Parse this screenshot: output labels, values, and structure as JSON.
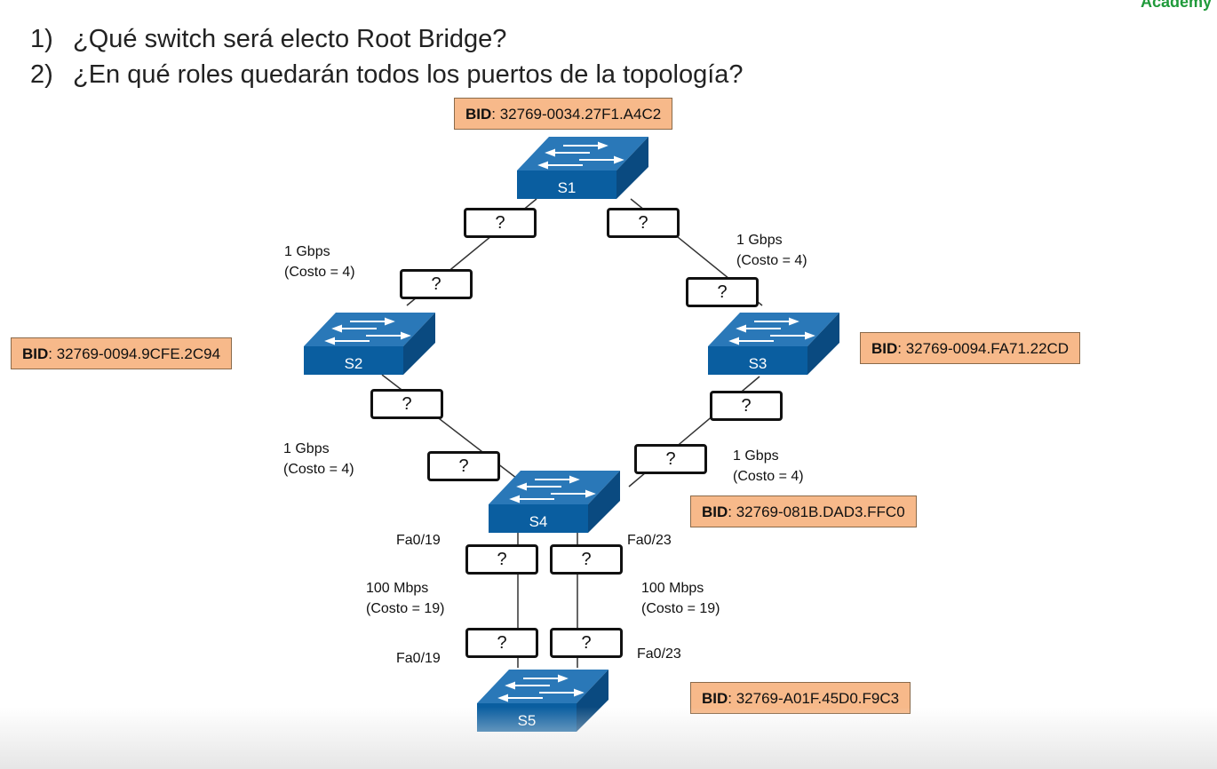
{
  "brand": "Academy",
  "questions": [
    {
      "num": "1)",
      "text": "¿Qué switch será electo Root Bridge?"
    },
    {
      "num": "2)",
      "text": "¿En qué roles quedarán todos los puertos de la topología?"
    }
  ],
  "switches": {
    "s1": {
      "label": "S1",
      "bid_key": "BID",
      "bid_value": ": 32769-0034.27F1.A4C2"
    },
    "s2": {
      "label": "S2",
      "bid_key": "BID",
      "bid_value": ": 32769-0094.9CFE.2C94"
    },
    "s3": {
      "label": "S3",
      "bid_key": "BID",
      "bid_value": ": 32769-0094.FA71.22CD"
    },
    "s4": {
      "label": "S4",
      "bid_key": "BID",
      "bid_value": ": 32769-081B.DAD3.FFC0"
    },
    "s5": {
      "label": "S5",
      "bid_key": "BID",
      "bid_value": ": 32769-A01F.45D0.F9C3"
    }
  },
  "port_placeholder": "?",
  "links": {
    "s1_s2": {
      "speed": "1 Gbps",
      "cost": "(Costo = 4)"
    },
    "s1_s3": {
      "speed": "1 Gbps",
      "cost": "(Costo = 4)"
    },
    "s2_s4": {
      "speed": "1 Gbps",
      "cost": "(Costo = 4)"
    },
    "s3_s4": {
      "speed": "1 Gbps",
      "cost": "(Costo = 4)"
    },
    "s4_s5_a": {
      "speed": "100 Mbps",
      "cost": "(Costo = 19)"
    },
    "s4_s5_b": {
      "speed": "100 Mbps",
      "cost": "(Costo = 19)"
    }
  },
  "interfaces": {
    "s4_fa019": "Fa0/19",
    "s4_fa023": "Fa0/23",
    "s5_fa019": "Fa0/19",
    "s5_fa023": "Fa0/23"
  },
  "colors": {
    "switch_front": "#0a5ea0",
    "switch_top": "#2a78b8",
    "switch_side": "#0a4a80",
    "bid_fill": "#f7b98a"
  }
}
